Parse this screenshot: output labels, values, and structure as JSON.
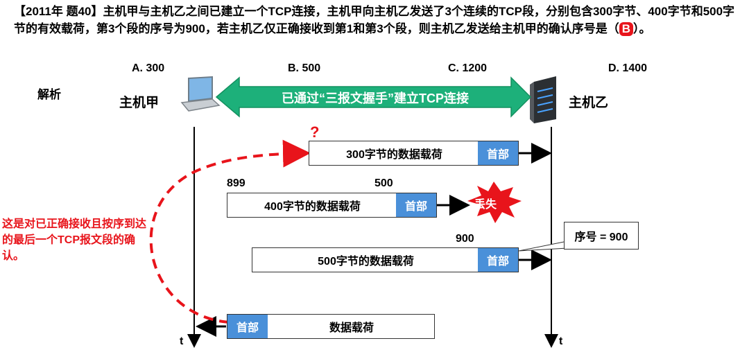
{
  "question": {
    "tag": "【2011年 题40】",
    "text_before": "主机甲与主机乙之间已建立一个TCP连接，主机甲向主机乙发送了3个连续的TCP段，分别包含300字节、400字节和500字节的有效载荷，第3个段的序号为900，若主机乙仅正确接收到第1和第3个段，则主机乙发送给主机甲的确认序号是（",
    "answer": "B",
    "text_after": "）。"
  },
  "options": [
    "A. 300",
    "B. 500",
    "C. 1200",
    "D. 1400"
  ],
  "analysis_label": "解析",
  "host_a": "主机甲",
  "host_b": "主机乙",
  "banner": "已通过“三报文握手”建立TCP连接",
  "question_mark": "?",
  "segments": [
    {
      "payload": "300字节的数据载荷",
      "header": "首部"
    },
    {
      "payload": "400字节的数据载荷",
      "header": "首部"
    },
    {
      "payload": "500字节的数据载荷",
      "header": "首部"
    },
    {
      "payload": "数据载荷",
      "header": "首部"
    }
  ],
  "labels": {
    "seg2_left": "899",
    "seg2_right": "500",
    "seg3_right": "900"
  },
  "lost": "丢失",
  "callout": "序号 = 900",
  "note": "这是对已正确接收且按序到达的最后一个TCP报文段的确认。",
  "time_axis": "t",
  "colors": {
    "red": "#e8141b",
    "header_blue": "#4a90d9",
    "banner_green": "#1db07a",
    "banner_green_dark": "#13905f"
  }
}
